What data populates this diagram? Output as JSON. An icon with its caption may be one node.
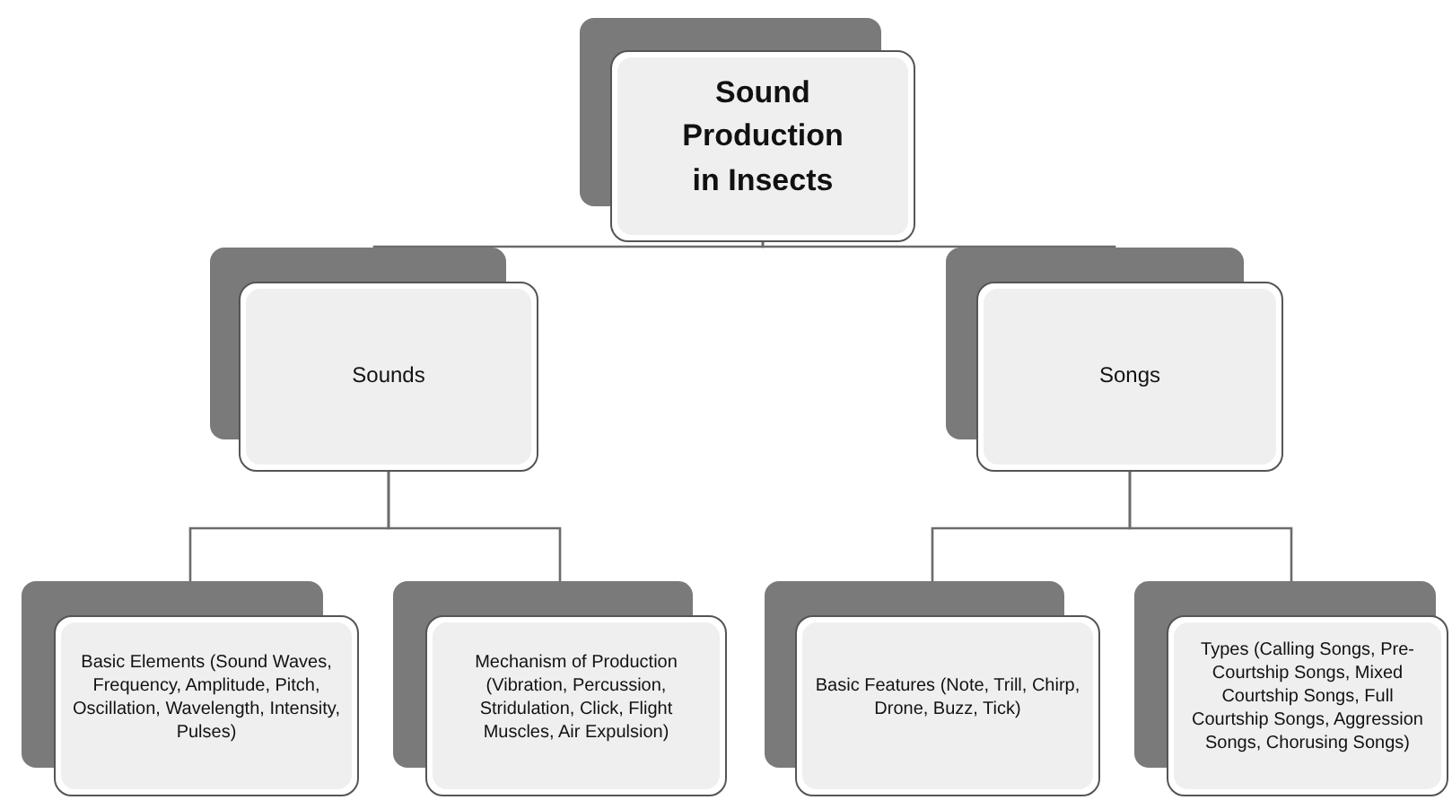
{
  "diagram": {
    "nodes": [
      {
        "text": [
          "Sound Production in Insects"
        ]
      },
      {
        "text": [
          "Sounds"
        ]
      },
      {
        "text": [
          "Songs"
        ]
      },
      {
        "text": [
          "Basic Elements (Sound Waves, Frequency, Amplitude, Pitch, Oscillation, Wavelength, Intensity, Pulses)"
        ]
      },
      {
        "text": [
          "Mechanism of Production (Vibration, Percussion, Stridulation, Click, Flight Muscles, Air Expulsion)"
        ]
      },
      {
        "text": [
          "Basic Features (Note, Trill, Chirp, Drone, Buzz, Tick)"
        ]
      },
      {
        "text": [
          "Types (Calling Songs, Pre-Courtship Songs, Mixed Courtship Songs, Full Courtship Songs, Aggression Songs, Chorusing Songs)"
        ]
      }
    ],
    "edges": [
      {
        "from": 0,
        "to": 1,
        "arrow": "none"
      },
      {
        "from": 0,
        "to": 2,
        "arrow": "none"
      },
      {
        "from": 1,
        "to": 3,
        "arrow": "none"
      },
      {
        "from": 1,
        "to": 4,
        "arrow": "none"
      },
      {
        "from": 2,
        "to": 5,
        "arrow": "none"
      },
      {
        "from": 2,
        "to": 6,
        "arrow": "none"
      }
    ]
  }
}
